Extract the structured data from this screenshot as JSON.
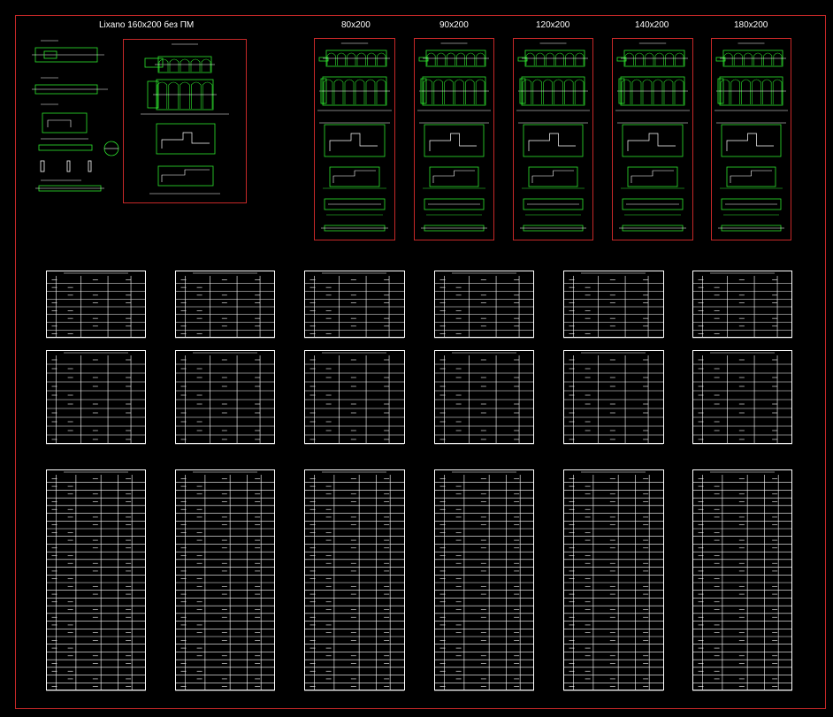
{
  "drawing": {
    "main_title": "Lixano 160x200 без ПМ",
    "size_titles": [
      "80x200",
      "90x200",
      "120x200",
      "140x200",
      "180x200"
    ]
  },
  "colors": {
    "background": "#000000",
    "frame": "#c62828",
    "geometry": "#2ee62e",
    "lines": "#ffffff",
    "annotation": "#ffffff"
  }
}
